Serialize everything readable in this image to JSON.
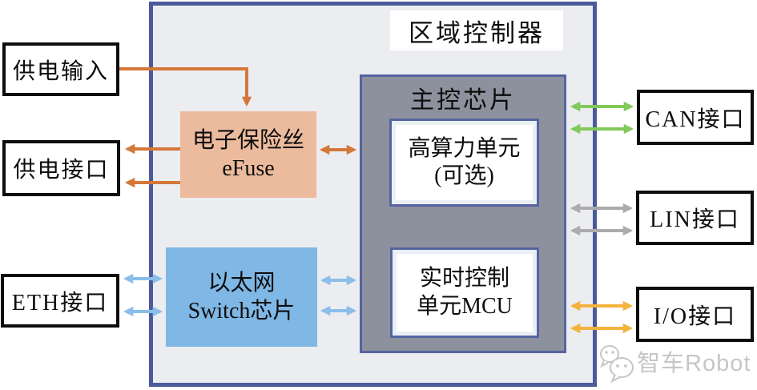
{
  "container": {
    "title": "区域控制器"
  },
  "nodes": {
    "power_input": {
      "label": "供电输入"
    },
    "power_port": {
      "label": "供电接口"
    },
    "eth_port": {
      "label": "ETH接口"
    },
    "can_port": {
      "label": "CAN接口"
    },
    "lin_port": {
      "label": "LIN接口"
    },
    "io_port": {
      "label": "I/O接口"
    },
    "efuse": {
      "line1": "电子保险丝",
      "line2": "eFuse"
    },
    "ethernet_switch": {
      "line1": "以太网",
      "line2": "Switch芯片"
    },
    "main_chip": {
      "label": "主控芯片"
    },
    "compute_unit": {
      "line1": "高算力单元",
      "line2": "(可选)"
    },
    "mcu_unit": {
      "line1": "实时控制",
      "line2": "单元MCU"
    }
  },
  "connections": [
    {
      "from": "供电输入",
      "to": "电子保险丝eFuse",
      "type": "one-way",
      "count": 1,
      "color": "#D4783A"
    },
    {
      "from": "电子保险丝eFuse",
      "to": "供电接口",
      "type": "one-way",
      "count": 2,
      "color": "#D4783A"
    },
    {
      "from": "电子保险丝eFuse",
      "to": "主控芯片",
      "type": "two-way",
      "count": 1,
      "color": "#D4783A"
    },
    {
      "from": "ETH接口",
      "to": "以太网Switch芯片",
      "type": "two-way",
      "count": 2,
      "color": "#8BBEEA"
    },
    {
      "from": "以太网Switch芯片",
      "to": "主控芯片",
      "type": "two-way",
      "count": 2,
      "color": "#8BBEEA"
    },
    {
      "from": "主控芯片",
      "to": "CAN接口",
      "type": "two-way",
      "count": 2,
      "color": "#82C85A"
    },
    {
      "from": "主控芯片",
      "to": "LIN接口",
      "type": "two-way",
      "count": 2,
      "color": "#ACACAC"
    },
    {
      "from": "主控芯片",
      "to": "I/O接口",
      "type": "two-way",
      "count": 2,
      "color": "#F3B33C"
    }
  ],
  "colors": {
    "container_border": "#4A5A9B",
    "container_fill": "#ECEDF1",
    "main_chip_fill": "#8C919D",
    "main_chip_border": "#5564A0",
    "unit_fill": "#E9EFF4",
    "unit_border": "#5564A0",
    "efuse_fill": "#ECBB9D",
    "switch_fill": "#7FB7E5",
    "external_box_border": "#0D0D0D",
    "arrow_orange": "#D4783A",
    "arrow_blue": "#8BBEEA",
    "arrow_green": "#82C85A",
    "arrow_gray": "#ACACAC",
    "arrow_yellow": "#F3B33C",
    "watermark_gray": "#C6C6C6"
  },
  "watermark": {
    "text": "智车Robot",
    "icon": "chat-robot-icon"
  }
}
